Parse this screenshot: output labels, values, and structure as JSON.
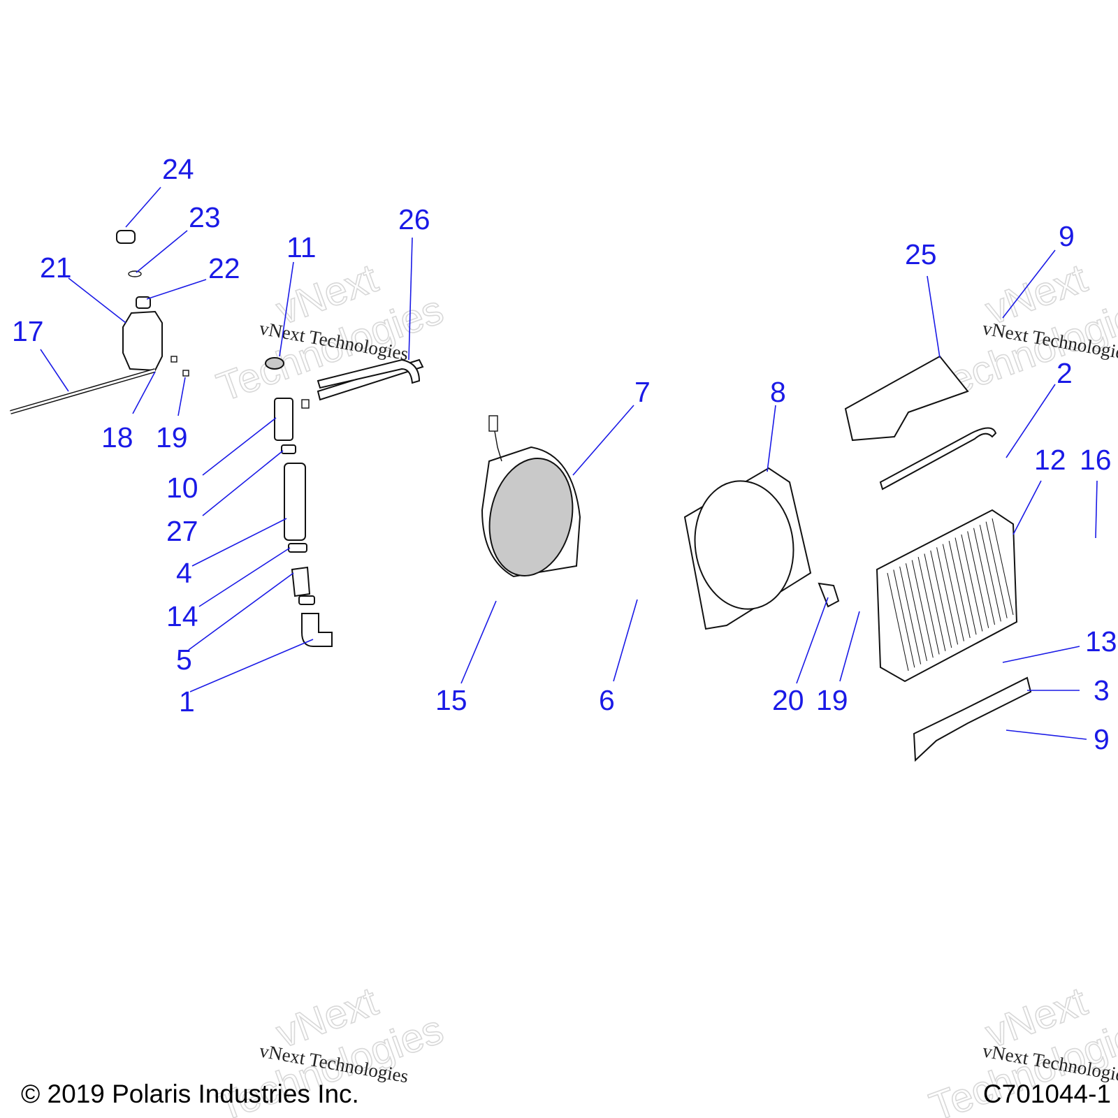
{
  "watermark": {
    "line1": "vNext",
    "line2": "Technologies",
    "small": "vNext Technologies"
  },
  "callouts": {
    "c24": "24",
    "c23": "23",
    "c22": "22",
    "c21": "21",
    "c17": "17",
    "c18": "18",
    "c19a": "19",
    "c11": "11",
    "c26": "26",
    "c10": "10",
    "c27": "27",
    "c4": "4",
    "c14": "14",
    "c5": "5",
    "c1": "1",
    "c7": "7",
    "c15": "15",
    "c6": "6",
    "c8": "8",
    "c20": "20",
    "c19b": "19",
    "c25": "25",
    "c9a": "9",
    "c2": "2",
    "c12": "12",
    "c16": "16",
    "c13": "13",
    "c3": "3",
    "c9b": "9"
  },
  "footer": {
    "copyright": "© 2019 Polaris Industries Inc.",
    "drawing_number": "C701044-1"
  },
  "colors": {
    "callout": "#1a1ae6",
    "line_art": "#111111",
    "watermark": "#d8d8d8"
  }
}
